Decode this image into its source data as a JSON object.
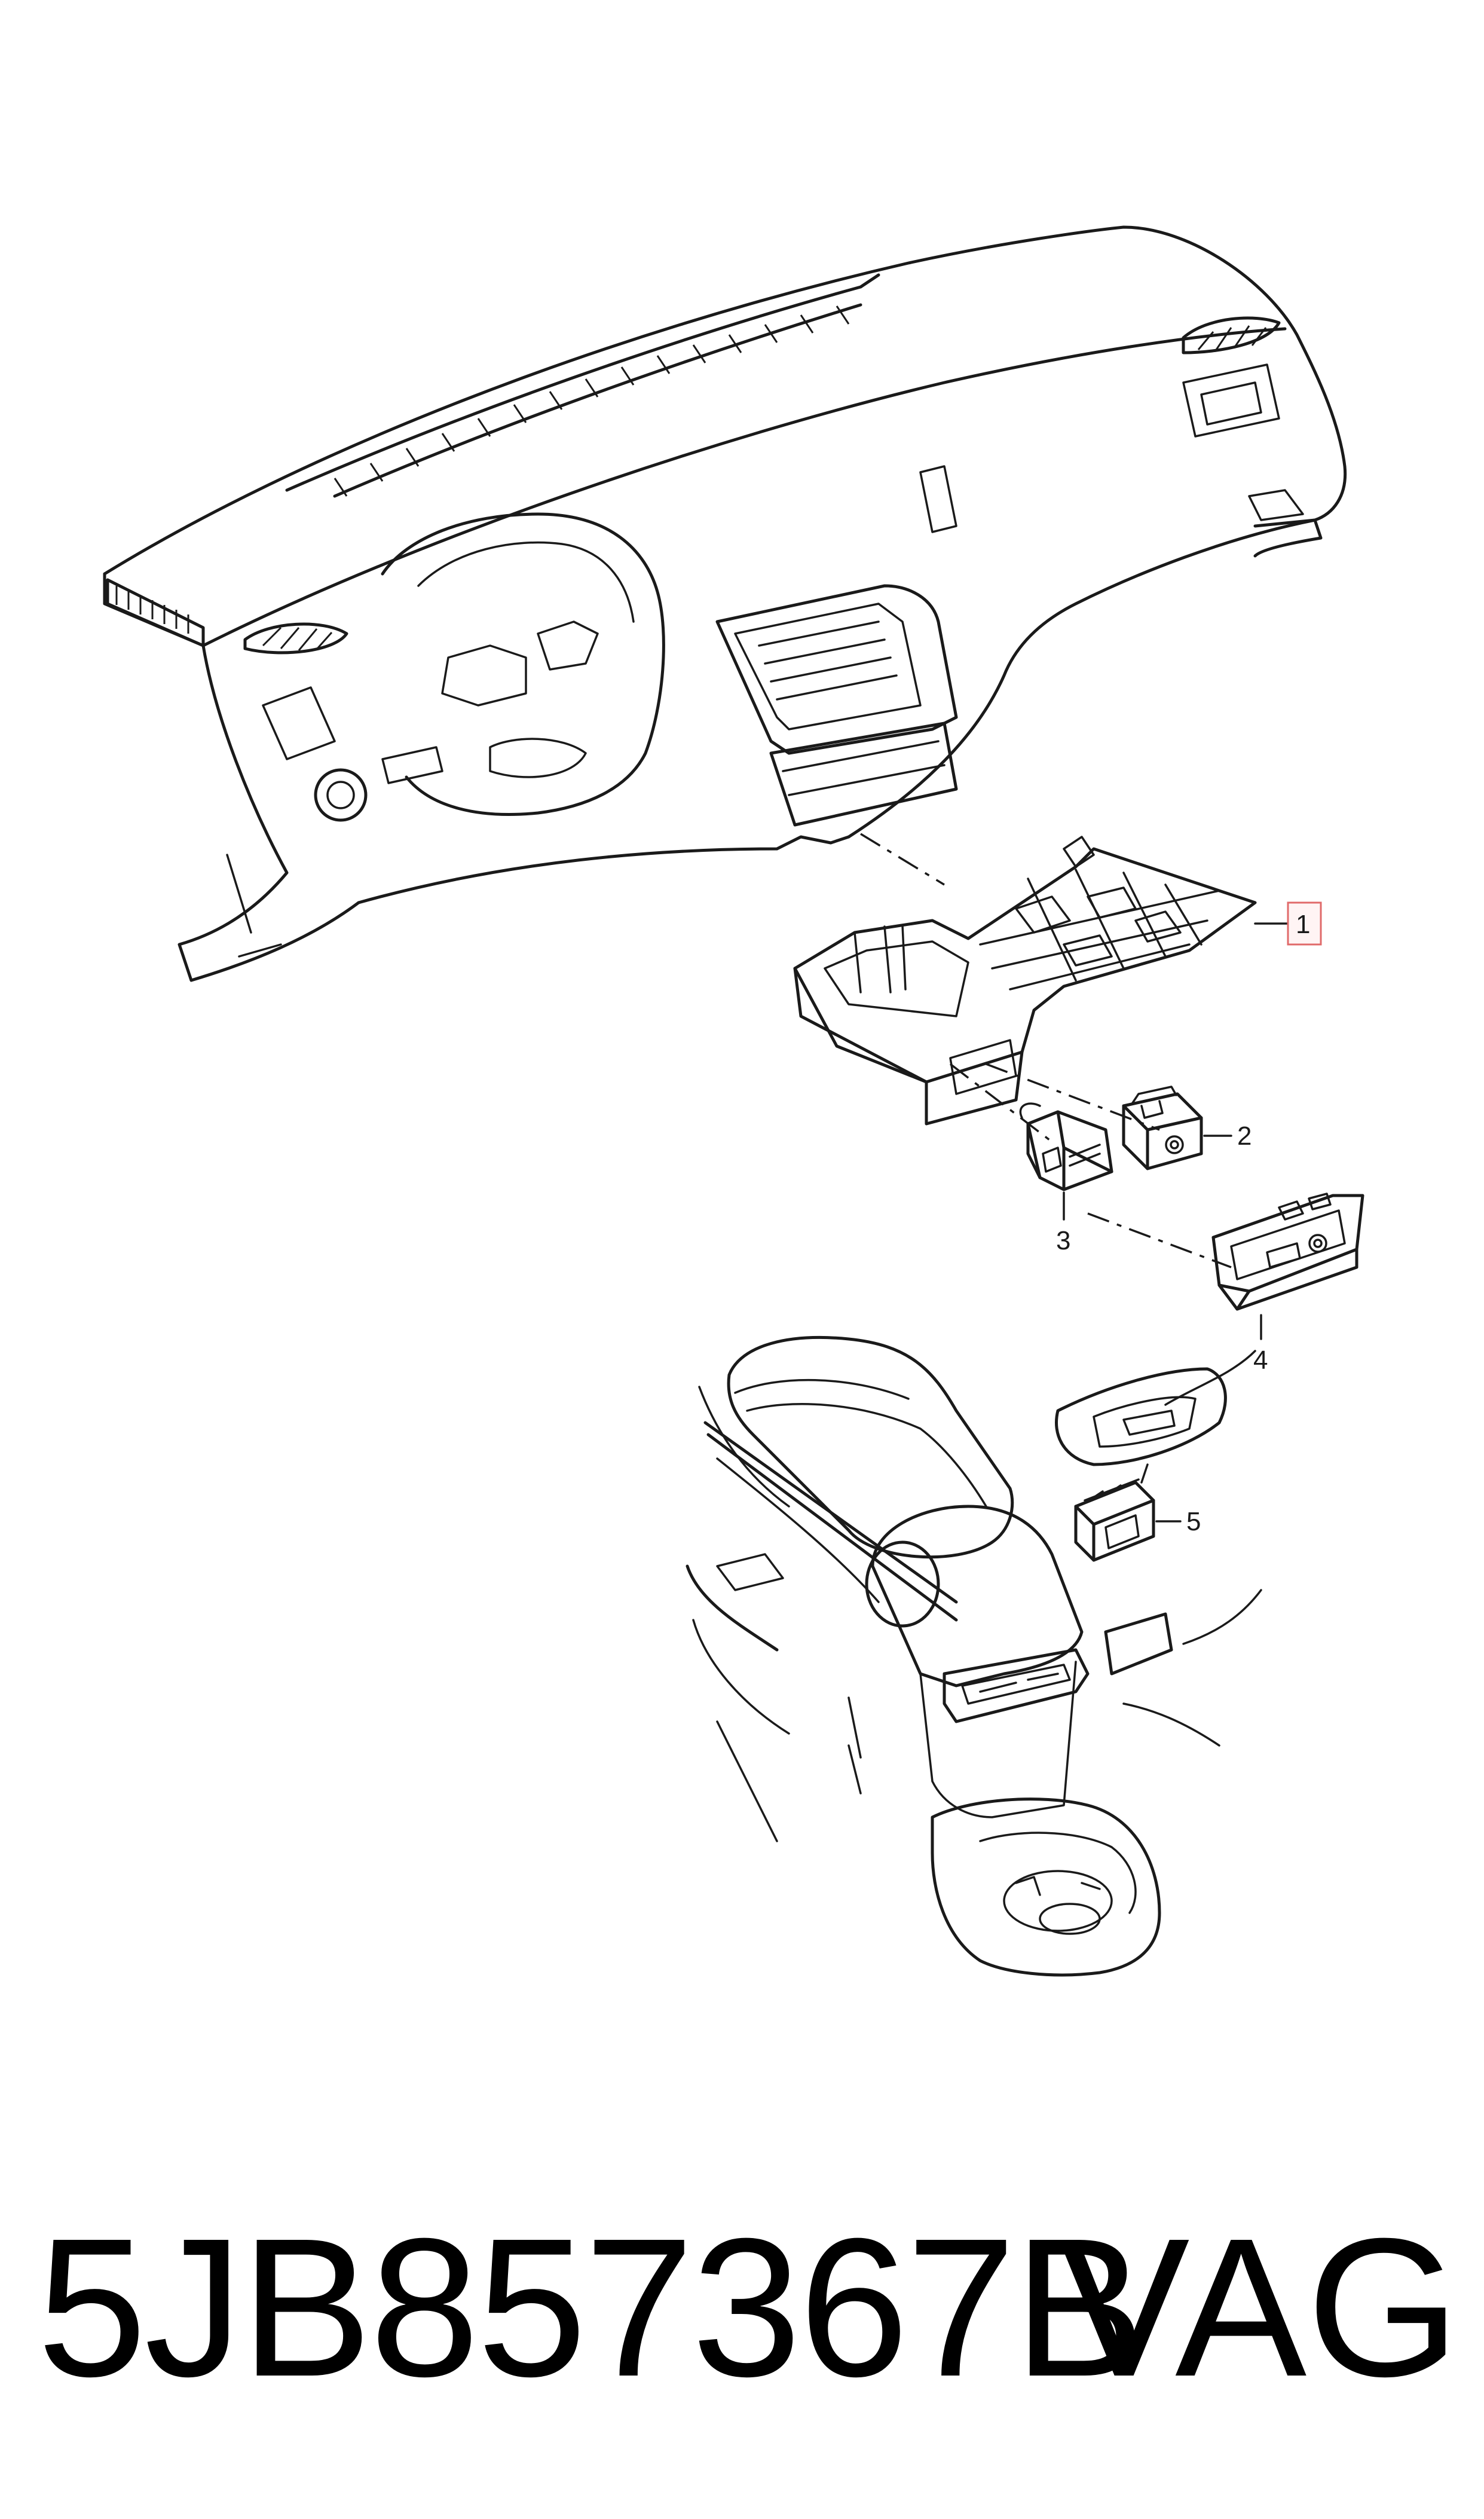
{
  "callouts": [
    {
      "id": "1",
      "label": "1",
      "highlighted": true
    },
    {
      "id": "2",
      "label": "2",
      "highlighted": false
    },
    {
      "id": "3",
      "label": "3",
      "highlighted": false
    },
    {
      "id": "4",
      "label": "4",
      "highlighted": false
    },
    {
      "id": "5",
      "label": "5",
      "highlighted": false
    }
  ],
  "footer": {
    "part_number": "5JB857367B",
    "brand": "VAG"
  },
  "colors": {
    "line": "#1a1a1a",
    "highlight_box_stroke": "#e06a6a",
    "highlight_box_fill": "#fff4f4",
    "background": "#ffffff"
  }
}
